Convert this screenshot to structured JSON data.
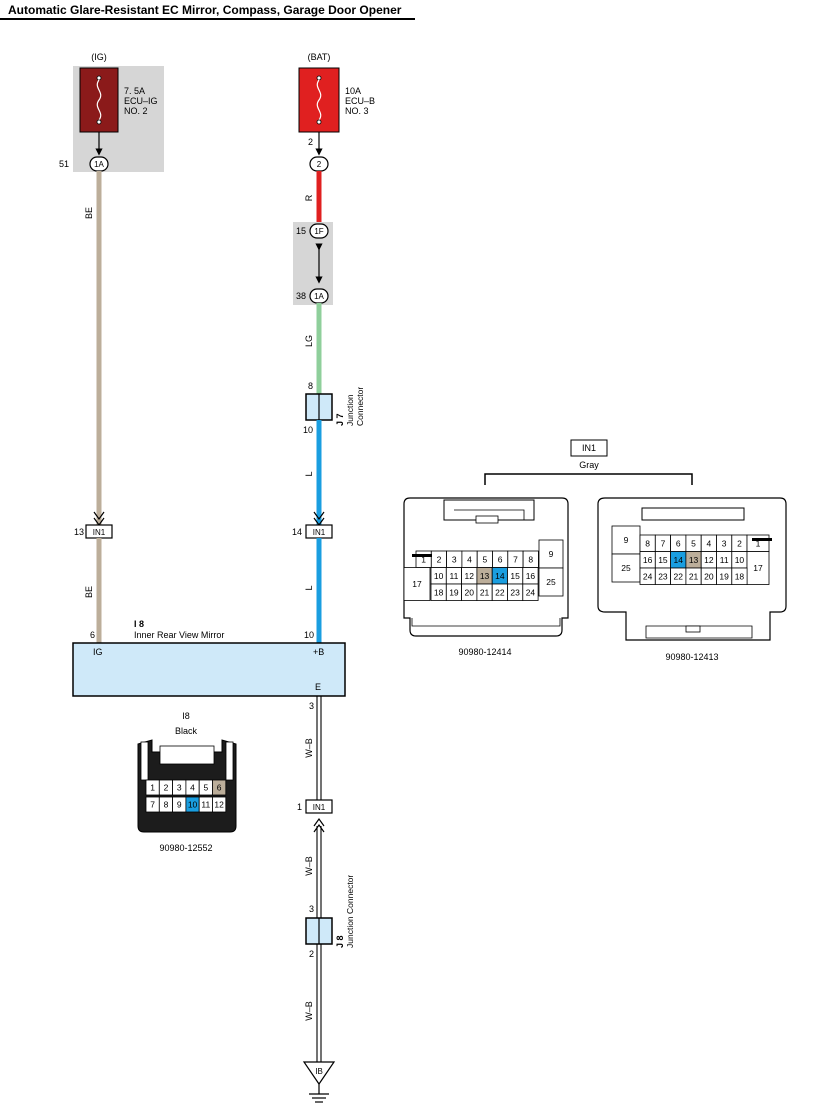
{
  "title": "Automatic Glare-Resistant EC Mirror, Compass, Garage Door Opener",
  "colors": {
    "fuse_ig": "#8b1a1a",
    "fuse_bat": "#e02020",
    "wire_be": "#bcae9a",
    "wire_red": "#e02020",
    "wire_lg": "#8fcf9b",
    "wire_l": "#1a9ee0",
    "component_fill": "#cfe9f9",
    "shade": "#d6d6d6",
    "pin_tan": "#bcae9a",
    "pin_blue": "#1a9ee0"
  },
  "fuses": {
    "ig": {
      "source": "(IG)",
      "line1": "7. 5A",
      "line2": "ECU–IG",
      "line3": "NO. 2"
    },
    "bat": {
      "source": "(BAT)",
      "line1": "10A",
      "line2": "ECU–B",
      "line3": "NO. 3",
      "pin": "2"
    }
  },
  "left_circuit": {
    "conn1_pin": "51",
    "conn1_label": "1A",
    "wire1": "BE",
    "conn2_pin": "13",
    "conn2_label": "IN1",
    "wire2": "BE",
    "comp_pin": "6"
  },
  "mid_circuit": {
    "conn_top_label": "2",
    "wire1": "R",
    "conn2_pin": "15",
    "conn2_label": "1F",
    "conn3_pin": "38",
    "conn3_label": "1A",
    "wire2": "LG",
    "j7_pin_top": "8",
    "j7_pin_bottom": "10",
    "j7_name": "J 7",
    "j7_desc_1": "Junction",
    "j7_desc_2": "Connector",
    "wire3": "L",
    "conn4_pin": "14",
    "conn4_label": "IN1",
    "wire4": "L",
    "comp_pin": "10"
  },
  "component": {
    "code": "I 8",
    "name": "Inner Rear View Mirror",
    "pin_ig": "IG",
    "pin_b": "+B",
    "pin_e": "E"
  },
  "ground_circuit": {
    "e_pin": "3",
    "wire1": "W–B",
    "conn_pin": "1",
    "conn_label": "IN1",
    "wire2": "W–B",
    "j8_pin_top": "3",
    "j8_pin_bottom": "2",
    "j8_name": "J 8",
    "j8_desc": "Junction Connector",
    "wire3": "W–B",
    "ground_label": "IB"
  },
  "connector_i8": {
    "code": "I8",
    "color": "Black",
    "part": "90980-12552",
    "row1": [
      "1",
      "2",
      "3",
      "4",
      "5",
      "6"
    ],
    "row2": [
      "7",
      "8",
      "9",
      "10",
      "11",
      "12"
    ]
  },
  "connector_in1": {
    "code": "IN1",
    "color": "Gray",
    "left": {
      "part": "90980-12414",
      "row1": [
        "1",
        "2",
        "3",
        "4",
        "5",
        "6",
        "7",
        "8",
        "9"
      ],
      "row2": [
        "17",
        "10",
        "11",
        "12",
        "13",
        "14",
        "15",
        "16",
        "25"
      ],
      "row3": [
        "18",
        "19",
        "20",
        "21",
        "22",
        "23",
        "24"
      ]
    },
    "right": {
      "part": "90980-12413",
      "row1": [
        "9",
        "8",
        "7",
        "6",
        "5",
        "4",
        "3",
        "2",
        "1"
      ],
      "row2": [
        "25",
        "16",
        "15",
        "14",
        "13",
        "12",
        "11",
        "10",
        "17"
      ],
      "row3": [
        "24",
        "23",
        "22",
        "21",
        "20",
        "19",
        "18"
      ]
    }
  }
}
